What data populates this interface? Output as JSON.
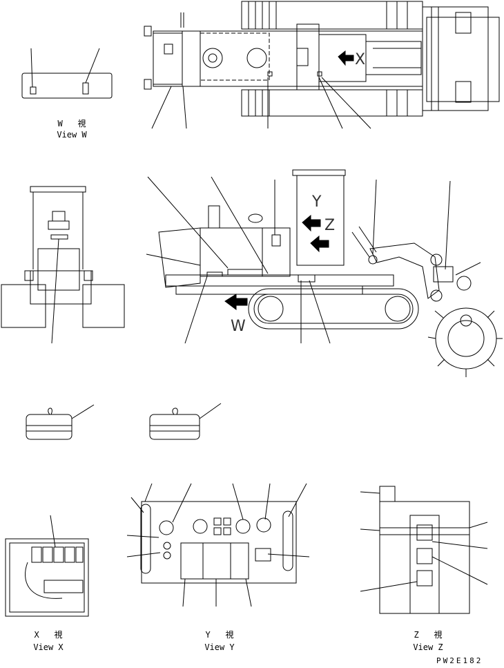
{
  "views": {
    "w": {
      "jp": "W   視",
      "en": "View W"
    },
    "x": {
      "jp": "X   視",
      "en": "View X"
    },
    "y": {
      "jp": "Y   視",
      "en": "View Y"
    },
    "z": {
      "jp": "Z   視",
      "en": "View Z"
    }
  },
  "markers": {
    "x": "X",
    "y": "Y",
    "z": "Z",
    "w": "W"
  },
  "drawing_number": "PW2E182",
  "icons": [
    "arrow-icon",
    "decal-icon",
    "machine-drawing"
  ]
}
